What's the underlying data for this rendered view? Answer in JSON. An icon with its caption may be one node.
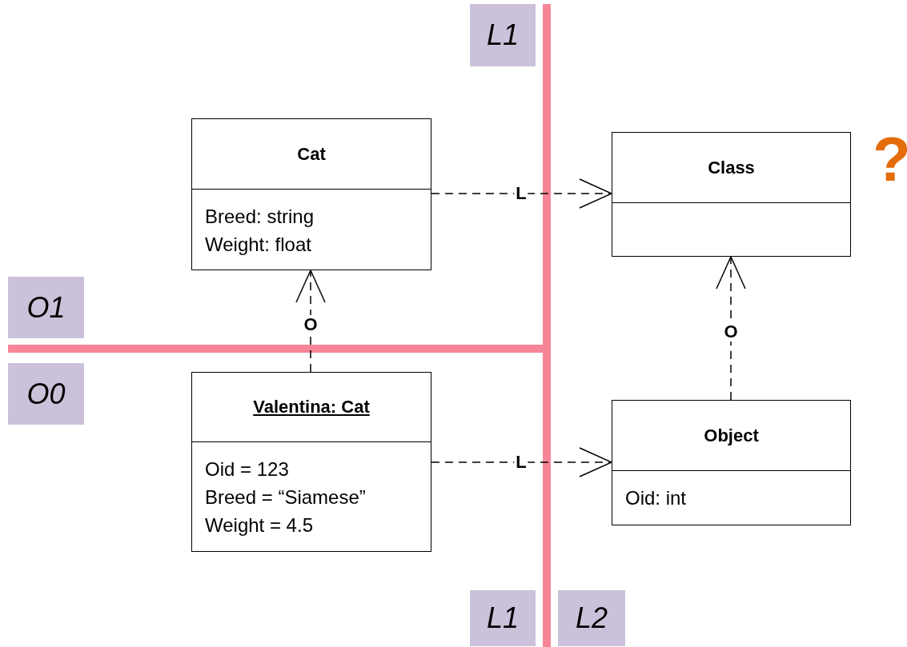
{
  "diagram": {
    "nodes": [
      {
        "text": [
          "Cat",
          "Breed: string",
          "Weight: float"
        ]
      },
      {
        "text": [
          "Class"
        ]
      },
      {
        "text": [
          "Valentina: Cat",
          "Oid = 123",
          "Breed = “Siamese”",
          "Weight = 4.5"
        ]
      },
      {
        "text": [
          "Object",
          "Oid: int"
        ]
      }
    ],
    "edges": [
      {
        "from": 0,
        "to": 1,
        "arrow": "to",
        "label": "L",
        "style": "dashed"
      },
      {
        "from": 2,
        "to": 0,
        "arrow": "to",
        "label": "O",
        "style": "dashed"
      },
      {
        "from": 2,
        "to": 3,
        "arrow": "to",
        "label": "L",
        "style": "dashed"
      },
      {
        "from": 3,
        "to": 1,
        "arrow": "to",
        "label": "O",
        "style": "dashed"
      }
    ],
    "labels": [
      "L1",
      "?",
      "O1",
      "O0",
      "L1",
      "L2"
    ]
  }
}
